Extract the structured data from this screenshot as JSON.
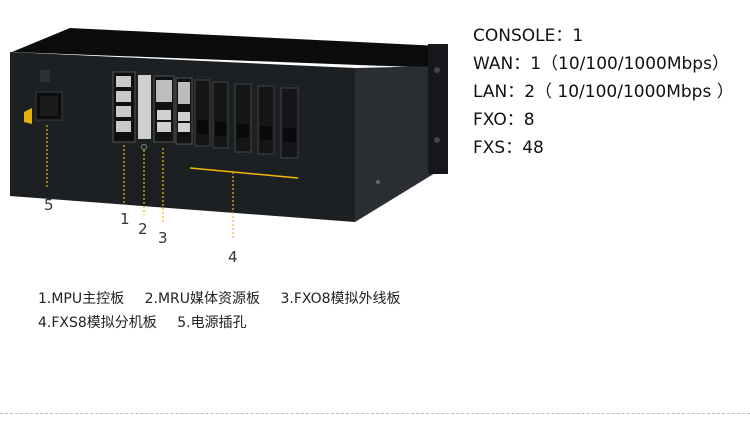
{
  "specs": [
    "CONSOLE：1",
    "WAN：1（10/100/1000Mbps）",
    "LAN：2（ 10/100/1000Mbps ）",
    "FXO：8",
    "FXS：48"
  ],
  "callouts": [
    "1",
    "2",
    "3",
    "4",
    "5"
  ],
  "legend": {
    "line1": [
      "1.MPU主控板",
      "2.MRU媒体资源板",
      "3.FXO8模拟外线板"
    ],
    "line2": [
      "4.FXS8模拟分机板",
      "5.电源插孔"
    ]
  },
  "colors": {
    "accent": "#f2b705",
    "chassis": "#121416",
    "front": "#1c1f22"
  }
}
